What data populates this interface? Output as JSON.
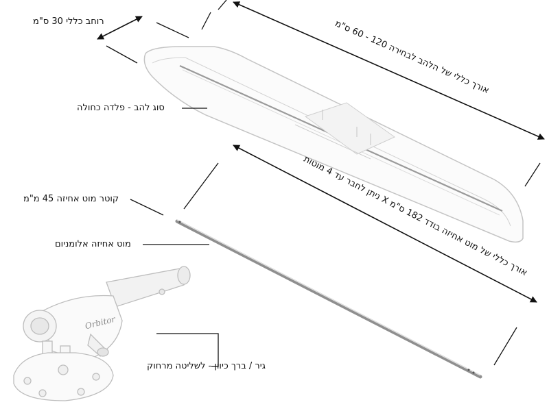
{
  "labels": {
    "width": "רוחב כללי 30 ס\"מ",
    "length": "אורך כללי של הלהב לבחירה  120 - 60  ס\"מ",
    "blade_type": "סוג להב - פלדה כחולה",
    "rod_diameter": "קוטר מוט אחיזה 45 מ\"מ",
    "rod_material": "מוט אחיזה אלומניום",
    "rod_length": "אורך כללי של מוט אחיזה בודד 182 ס\"מ X  ניתן לחבר עד 4 מוטות",
    "gear": "גיר / ברך כיוון - לשליטה מרחוק"
  },
  "brand": "Orbitor",
  "colors": {
    "line": "#111111",
    "outline": "#bdbdbd",
    "shade": "#e6e6e6"
  }
}
